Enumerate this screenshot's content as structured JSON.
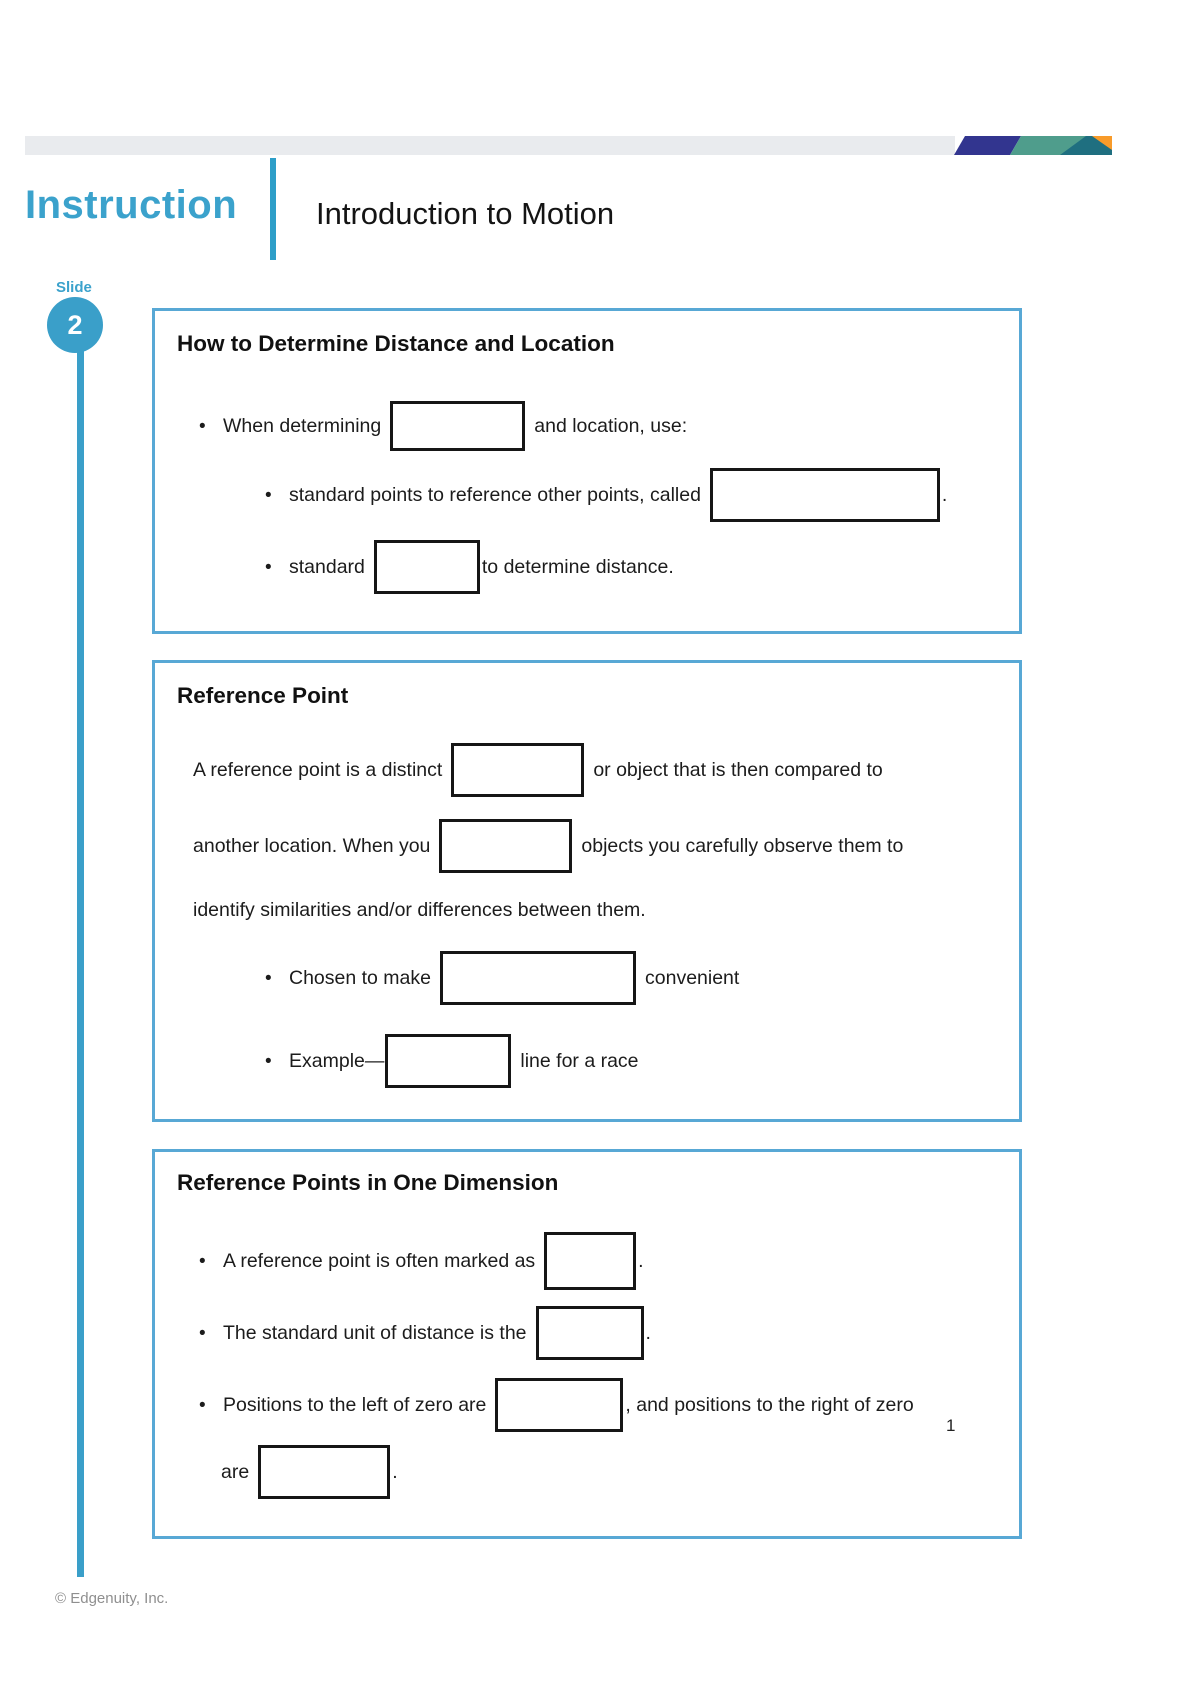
{
  "header": {
    "kicker": "Instruction",
    "title": "Introduction to Motion"
  },
  "slide": {
    "label": "Slide",
    "number": "2"
  },
  "sections": {
    "s1": {
      "title": "How to Determine Distance and Location",
      "b1_pre": "When determining",
      "b1_post": "and location, use:",
      "sub1_pre": "standard points to reference other points, called",
      "sub1_post": ".",
      "sub2_pre": "standard",
      "sub2_post": "to determine distance."
    },
    "s2": {
      "title": "Reference Point",
      "line1_pre": "A reference point is a distinct",
      "line1_post": "or object that is then compared to",
      "line2_pre": "another location. When you",
      "line2_post": "objects you carefully observe them to",
      "line3": "identify similarities and/or differences between them.",
      "b1_pre": "Chosen to make",
      "b1_post": "convenient",
      "b2_pre": "Example—",
      "b2_post": "line for a race"
    },
    "s3": {
      "title": "Reference Points in One Dimension",
      "b1_pre": "A reference point is often marked as",
      "b1_post": ".",
      "b2_pre": "The standard unit of distance is the",
      "b2_post": ".",
      "b3_pre": "Positions to the left of zero are",
      "b3_post": ", and positions to the right of zero",
      "b3b_pre": "are",
      "b3b_post": "."
    }
  },
  "footer": {
    "page_number": "1",
    "copyright": "© Edgenuity, Inc."
  },
  "colors": {
    "accent_blue": "#3a9fc9",
    "card_border": "#58a8d5",
    "bar_gray": "#e9ebee",
    "stripe_indigo": "#32358f",
    "stripe_teal": "#4f9d8c",
    "stripe_dark_teal": "#1f6f80",
    "stripe_orange": "#f89b2a"
  }
}
